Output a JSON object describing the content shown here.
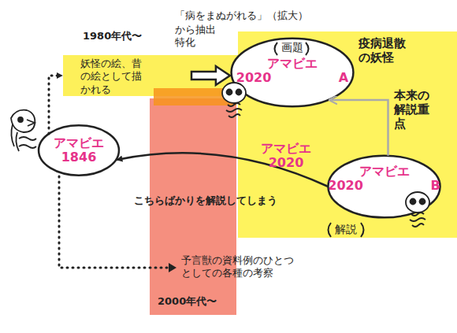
{
  "diagram": {
    "nodes": [
      {
        "text": [
          "アマビエ 1846"
        ]
      },
      {
        "text": [
          "妖怪の絵、昔の絵として描かれる"
        ]
      },
      {
        "text": [
          "2000年代〜"
        ]
      },
      {
        "text": [
          "疫病退散の妖怪",
          "アマビエ 2020"
        ]
      },
      {
        "text": [
          "画題",
          "アマビエ 2020 A"
        ],
        "in": 3
      },
      {
        "text": [
          "アマビエ 2020 B",
          "解説"
        ],
        "in": 3
      }
    ],
    "edges": [
      {
        "from": 0,
        "to": 1,
        "arrow": "to"
      },
      {
        "from": 1,
        "to": 4,
        "arrow": "to"
      },
      {
        "from": 5,
        "to": 0,
        "label": "こちらばかりを解説してしまう",
        "arrow": "to"
      },
      {
        "from": 5,
        "to": 4,
        "label": "本来の解説重点",
        "arrow": "to"
      }
    ],
    "labels": [
      "1980年代〜",
      "「病をまぬがれる」（拡大）",
      "から抽出特化",
      "予言獣の資料例のひとつとしての各種の考察"
    ]
  }
}
